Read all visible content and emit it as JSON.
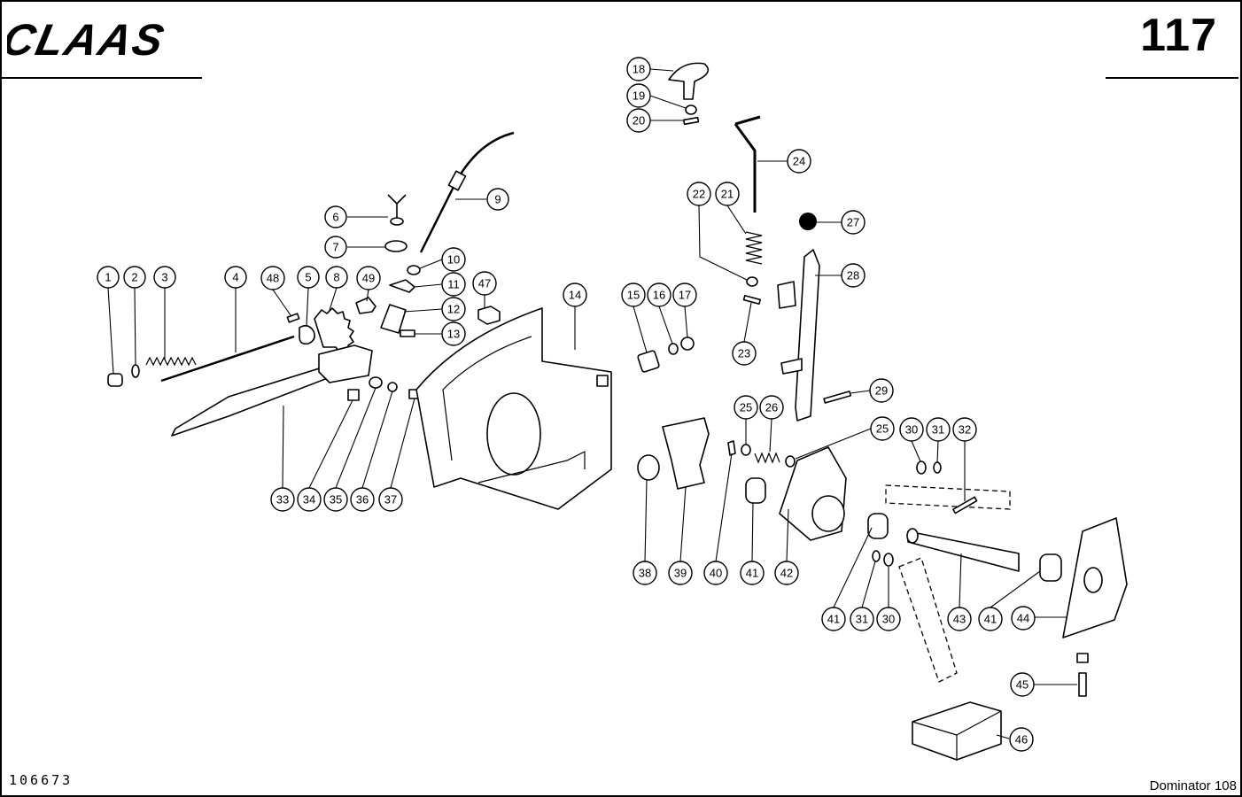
{
  "header": {
    "brand": "CLAAS",
    "page_number": "117"
  },
  "footer": {
    "drawing_number": "106673",
    "model": "Dominator 108"
  },
  "callouts": [
    {
      "id": "1",
      "label": "1"
    },
    {
      "id": "2",
      "label": "2"
    },
    {
      "id": "3",
      "label": "3"
    },
    {
      "id": "4",
      "label": "4"
    },
    {
      "id": "5",
      "label": "5"
    },
    {
      "id": "6",
      "label": "6"
    },
    {
      "id": "7",
      "label": "7"
    },
    {
      "id": "8",
      "label": "8"
    },
    {
      "id": "9",
      "label": "9"
    },
    {
      "id": "10",
      "label": "10"
    },
    {
      "id": "11",
      "label": "11"
    },
    {
      "id": "12",
      "label": "12"
    },
    {
      "id": "13",
      "label": "13"
    },
    {
      "id": "14",
      "label": "14"
    },
    {
      "id": "15",
      "label": "15"
    },
    {
      "id": "16",
      "label": "16"
    },
    {
      "id": "17",
      "label": "17"
    },
    {
      "id": "18",
      "label": "18"
    },
    {
      "id": "19",
      "label": "19"
    },
    {
      "id": "20",
      "label": "20"
    },
    {
      "id": "21",
      "label": "21"
    },
    {
      "id": "22",
      "label": "22"
    },
    {
      "id": "23",
      "label": "23"
    },
    {
      "id": "24",
      "label": "24"
    },
    {
      "id": "25a",
      "label": "25"
    },
    {
      "id": "25b",
      "label": "25"
    },
    {
      "id": "26",
      "label": "26"
    },
    {
      "id": "27",
      "label": "27"
    },
    {
      "id": "28",
      "label": "28"
    },
    {
      "id": "29",
      "label": "29"
    },
    {
      "id": "30a",
      "label": "30"
    },
    {
      "id": "30b",
      "label": "30"
    },
    {
      "id": "31a",
      "label": "31"
    },
    {
      "id": "31b",
      "label": "31"
    },
    {
      "id": "32",
      "label": "32"
    },
    {
      "id": "33",
      "label": "33"
    },
    {
      "id": "34",
      "label": "34"
    },
    {
      "id": "35",
      "label": "35"
    },
    {
      "id": "36",
      "label": "36"
    },
    {
      "id": "37",
      "label": "37"
    },
    {
      "id": "38",
      "label": "38"
    },
    {
      "id": "39",
      "label": "39"
    },
    {
      "id": "40",
      "label": "40"
    },
    {
      "id": "41a",
      "label": "41"
    },
    {
      "id": "41b",
      "label": "41"
    },
    {
      "id": "41c",
      "label": "41"
    },
    {
      "id": "42",
      "label": "42"
    },
    {
      "id": "43",
      "label": "43"
    },
    {
      "id": "44",
      "label": "44"
    },
    {
      "id": "45",
      "label": "45"
    },
    {
      "id": "46",
      "label": "46"
    },
    {
      "id": "47",
      "label": "47"
    },
    {
      "id": "48",
      "label": "48"
    },
    {
      "id": "49",
      "label": "49"
    }
  ]
}
